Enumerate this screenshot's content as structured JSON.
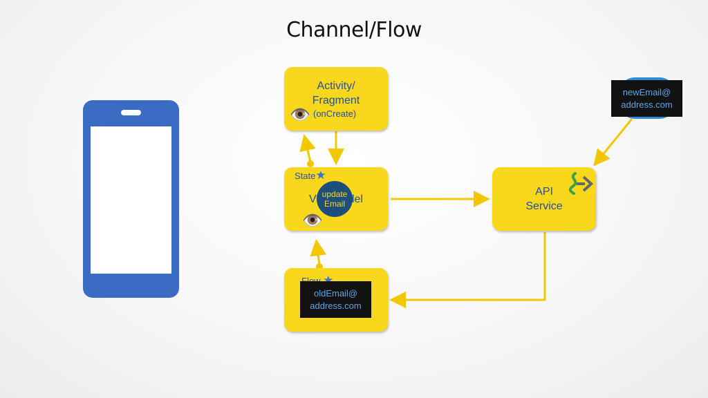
{
  "title": "Channel/Flow",
  "activity": {
    "line1": "Activity/",
    "line2": "Fragment",
    "line3": "(onCreate)"
  },
  "viewmodel": {
    "label": "ViewModel",
    "state_label": "State"
  },
  "bubble": {
    "line1": "update",
    "line2": "Email"
  },
  "api": {
    "line1": "API",
    "line2": "Service"
  },
  "flow": {
    "label": "Flow"
  },
  "old_email": {
    "line1": "oldEmail@",
    "line2": "address.com"
  },
  "new_email": {
    "line1": "newEmail@",
    "line2": "address.com"
  },
  "icons": [
    "phone-icon",
    "eye-icon",
    "star-icon",
    "retrofit-icon"
  ],
  "colors": {
    "box": "#f9d71c",
    "text": "#234f9c",
    "phone": "#3a6cc4",
    "bubble": "#1d4f7c",
    "arrow": "#f2c700"
  }
}
